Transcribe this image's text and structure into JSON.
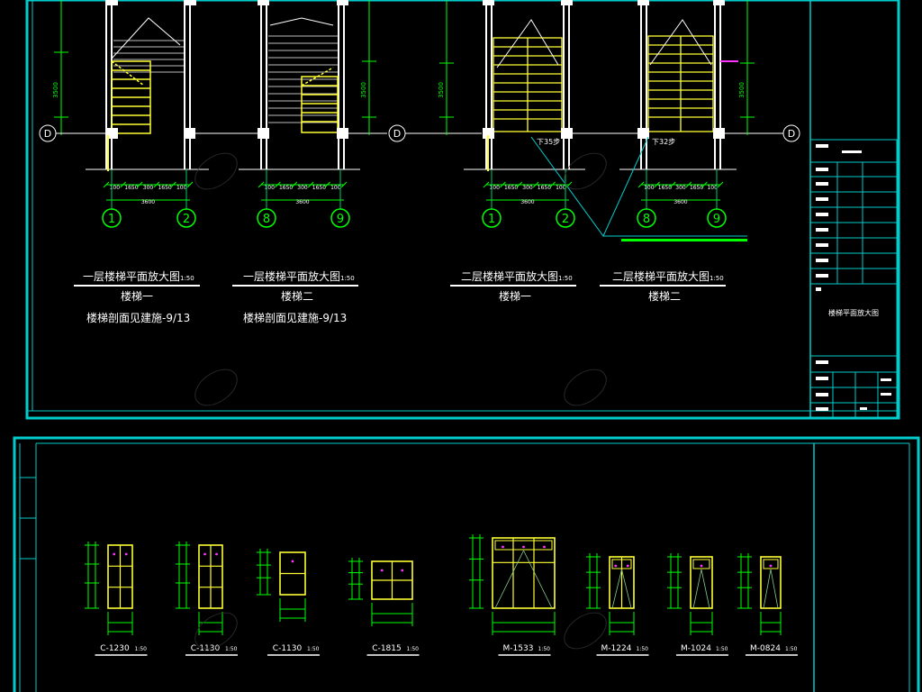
{
  "colors": {
    "background": "#000000",
    "frame": "#00cccc",
    "wall": "#ffffff",
    "stair": "#ffff33",
    "dimension": "#00ff00",
    "window": "#ffff33",
    "magenta": "#ff33ff"
  },
  "top_sheet": {
    "plans": [
      {
        "axis_left": "1",
        "axis_right": "2",
        "dims": [
          "100",
          "1650",
          "300",
          "1650",
          "100"
        ],
        "total_dim": "3600",
        "title": "一层楼梯平面放大图",
        "scale": "1:50",
        "subtitle": "楼梯一",
        "note": "楼梯剖面见建施-9/13"
      },
      {
        "axis_left": "8",
        "axis_right": "9",
        "dims": [
          "100",
          "1650",
          "300",
          "1650",
          "100"
        ],
        "total_dim": "3600",
        "title": "一层楼梯平面放大图",
        "scale": "1:50",
        "subtitle": "楼梯二",
        "note": "楼梯剖面见建施-9/13"
      },
      {
        "axis_left": "1",
        "axis_right": "2",
        "dims": [
          "100",
          "1650",
          "300",
          "1650",
          "100"
        ],
        "total_dim": "3600",
        "title": "二层楼梯平面放大图",
        "scale": "1:50",
        "subtitle": "楼梯一",
        "note": "",
        "down_label": "下35步"
      },
      {
        "axis_left": "8",
        "axis_right": "9",
        "dims": [
          "100",
          "1650",
          "300",
          "1650",
          "100"
        ],
        "total_dim": "3600",
        "title": "二层楼梯平面放大图",
        "scale": "1:50",
        "subtitle": "楼梯二",
        "note": "",
        "down_label": "下32步"
      }
    ],
    "axis_row": "D",
    "title_block": {
      "drawing_name": "楼梯平面放大图"
    }
  },
  "bottom_sheet": {
    "windows": [
      {
        "label": "C-1230",
        "scale": "1:50"
      },
      {
        "label": "C-1130",
        "scale": "1:50"
      },
      {
        "label": "C-1130",
        "scale": "1:50"
      },
      {
        "label": "C-1815",
        "scale": "1:50"
      },
      {
        "label": "M-1533",
        "scale": "1:50"
      },
      {
        "label": "M-1224",
        "scale": "1:50"
      },
      {
        "label": "M-1024",
        "scale": "1:50"
      },
      {
        "label": "M-0824",
        "scale": "1:50"
      }
    ]
  }
}
